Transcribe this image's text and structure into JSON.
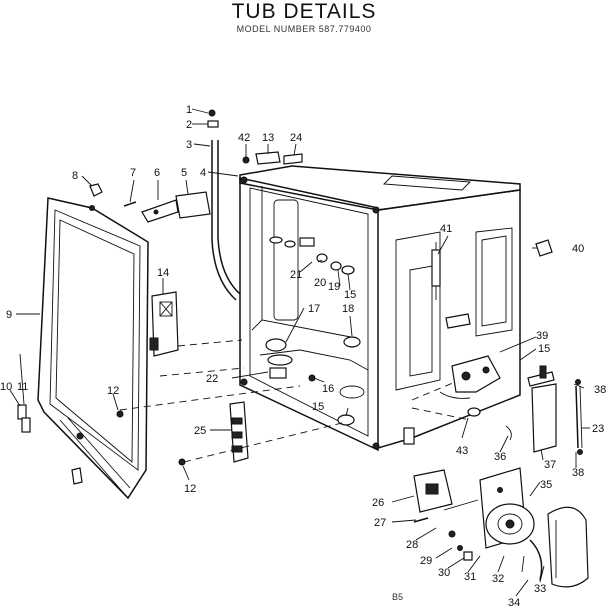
{
  "header": {
    "title": "TUB DETAILS",
    "subtitle": "MODEL NUMBER 587.779400"
  },
  "footer": {
    "code": "B5"
  },
  "callouts": {
    "c1": "1",
    "c2": "2",
    "c3": "3",
    "c4": "4",
    "c5": "5",
    "c6": "6",
    "c7": "7",
    "c8": "8",
    "c9": "9",
    "c10": "10",
    "c11": "11",
    "c12a": "12",
    "c12b": "12",
    "c13": "13",
    "c14": "14",
    "c15a": "15",
    "c15b": "15",
    "c15c": "15",
    "c16": "16",
    "c17": "17",
    "c18": "18",
    "c19": "19",
    "c20": "20",
    "c21": "21",
    "c22": "22",
    "c23": "23",
    "c24": "24",
    "c25": "25",
    "c26": "26",
    "c27": "27",
    "c28": "28",
    "c29": "29",
    "c30": "30",
    "c31": "31",
    "c32": "32",
    "c33": "33",
    "c34": "34",
    "c35": "35",
    "c36": "36",
    "c37": "37",
    "c38a": "38",
    "c38b": "38",
    "c39": "39",
    "c40": "40",
    "c41": "41",
    "c42": "42",
    "c43": "43"
  }
}
